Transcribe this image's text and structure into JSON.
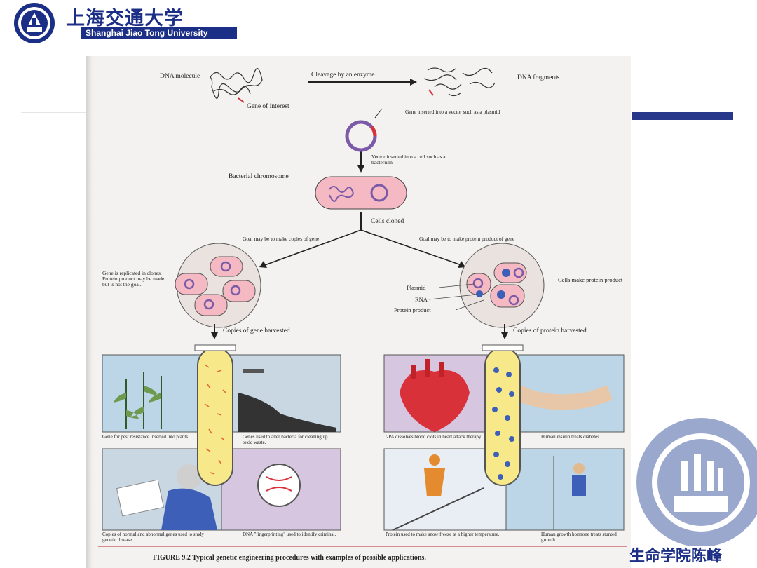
{
  "header": {
    "university_cn": "上海交通大学",
    "university_en": "Shanghai Jiao Tong University"
  },
  "footer": {
    "author": "生命学院陈峰"
  },
  "figure": {
    "dna_molecule": "DNA molecule",
    "cleavage": "Cleavage by an enzyme",
    "dna_fragments": "DNA fragments",
    "gene_of_interest": "Gene of interest",
    "gene_inserted": "Gene inserted into a vector such as a plasmid",
    "vector_inserted": "Vector inserted into a cell such as a bacterium",
    "bacterial_chromosome": "Bacterial chromosome",
    "cells_cloned": "Cells cloned",
    "goal_copies": "Goal may be to make copies of gene",
    "goal_protein": "Goal may be to make protein product of gene",
    "gene_replicated": "Gene is replicated in clones. Protein product may be made but is not the goal.",
    "plasmid": "Plasmid",
    "rna": "RNA",
    "protein_product": "Protein product",
    "cells_make": "Cells make protein product",
    "copies_harvested": "Copies of gene harvested",
    "protein_harvested": "Copies of protein harvested",
    "pest_resistance": "Gene for pest resistance inserted into plants.",
    "toxic_waste": "Genes used to alter bacteria for cleaning up toxic waste.",
    "tpa": "t-PA dissolves blood clots in heart attack therapy.",
    "insulin": "Human insulin treats diabetes.",
    "genetic_disease": "Copies of normal and abnormal genes used to study genetic disease.",
    "fingerprinting": "DNA \"fingerprinting\" used to identify criminal.",
    "snow": "Protein used to make snow freeze at a higher temperature.",
    "growth_hormone": "Human growth hormone treats stunted growth.",
    "caption": "FIGURE 9.2   Typical genetic engineering procedures with examples of possible applications."
  },
  "colors": {
    "brand": "#1c2f86",
    "cell": "#f4b9c2",
    "tube": "#f7e98a",
    "protein": "#3d5fb8",
    "gene_red": "#d9313a"
  }
}
